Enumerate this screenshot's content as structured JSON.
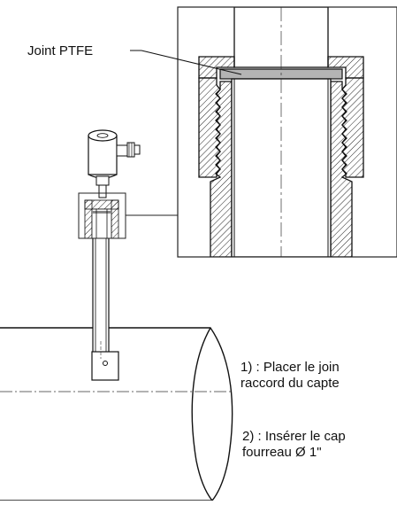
{
  "labels": {
    "joint": "Joint PTFE",
    "step1_line1": "1) : Placer le join",
    "step1_line2": "raccord du capte",
    "step2_line1": "2) : Insérer le cap",
    "step2_line2": "fourreau Ø 1\""
  }
}
